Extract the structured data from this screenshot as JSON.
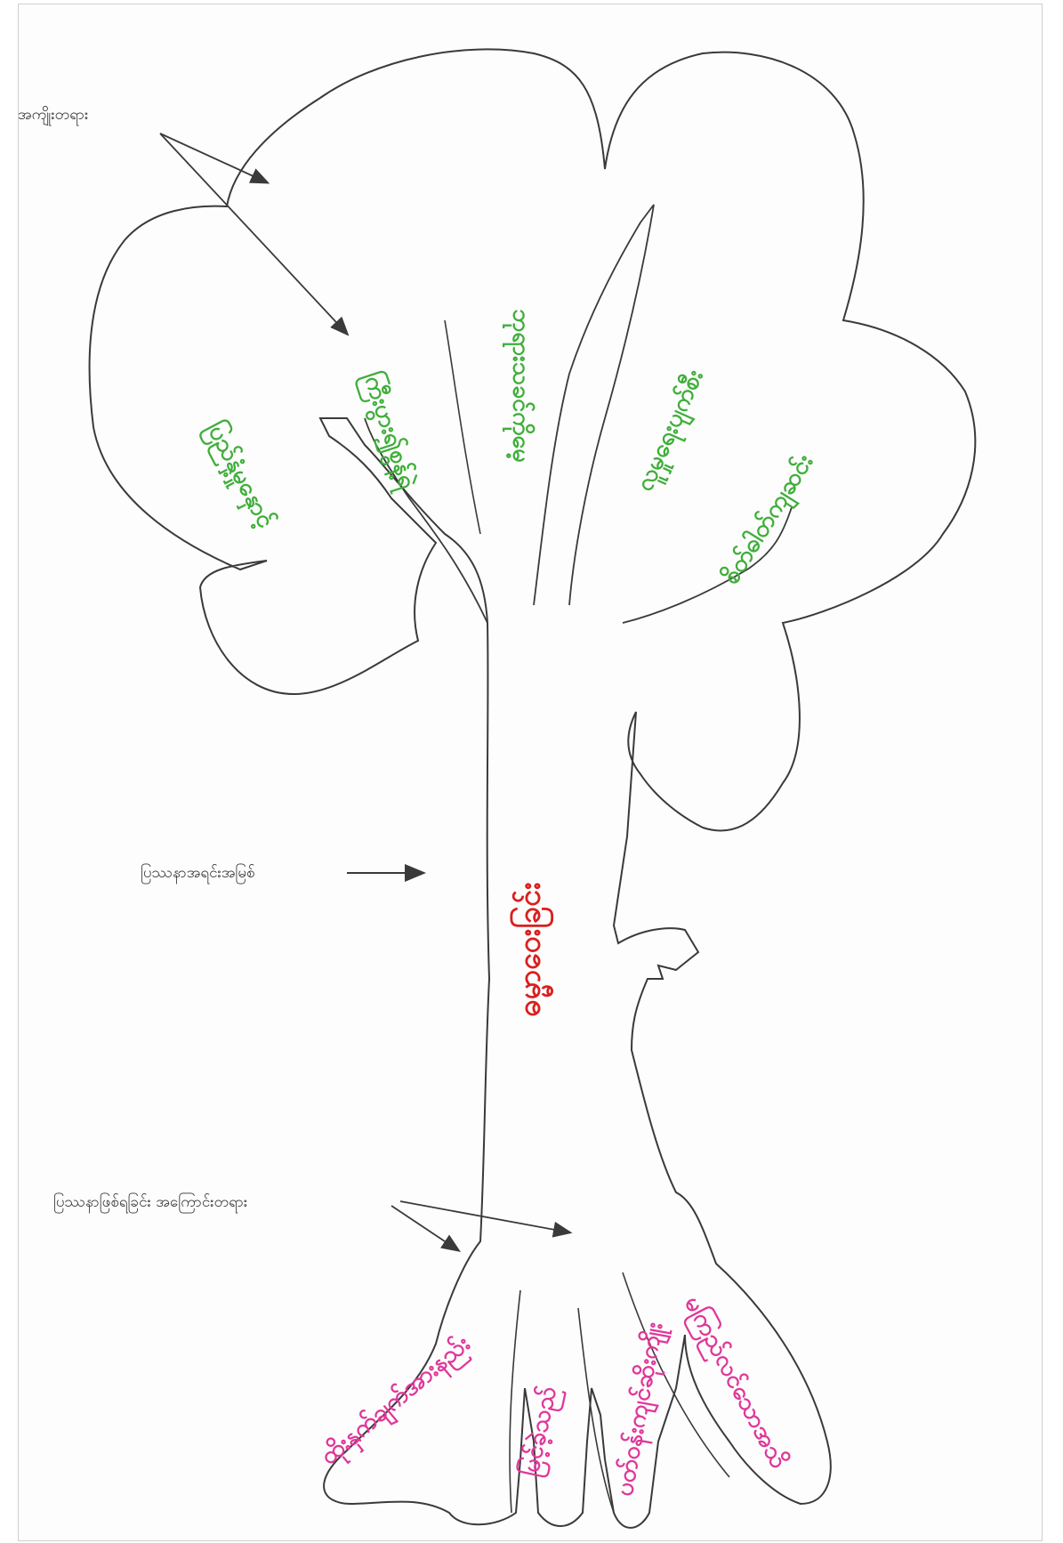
{
  "labels": {
    "fruits": "အကျိုးတရား",
    "core_problem": "ပြဿနာအရင်းအမြစ်",
    "causes": "ပြဿနာဖြစ်ရခြင်း အကြောင်းတရား"
  },
  "trunk": {
    "problem": "ဓမ္မာဝေးခြင်း"
  },
  "branches": [
    "ပြည်နှံ့မှုနှောင့်",
    "ကြီးပွား၍စွန့်ရဲ",
    "ဘုရားသခင်ကိုမေ့",
    "လူမှုရေးပျက်စီး",
    "စိတ်ဓါတ်ကျဆင်း"
  ],
  "roots": [
    "ထိုးနှက်ချက်အားနည်း",
    "မြင့်ခဲ့သည်",
    "ပတ်ဝန်းကျင်ဆိုးကျိုး",
    "မကြည်လင်သောအသိ"
  ],
  "colors": {
    "outline": "#3a3a3a",
    "effects": "#3fae3a",
    "problem": "#d9201e",
    "causes": "#e0379a"
  }
}
